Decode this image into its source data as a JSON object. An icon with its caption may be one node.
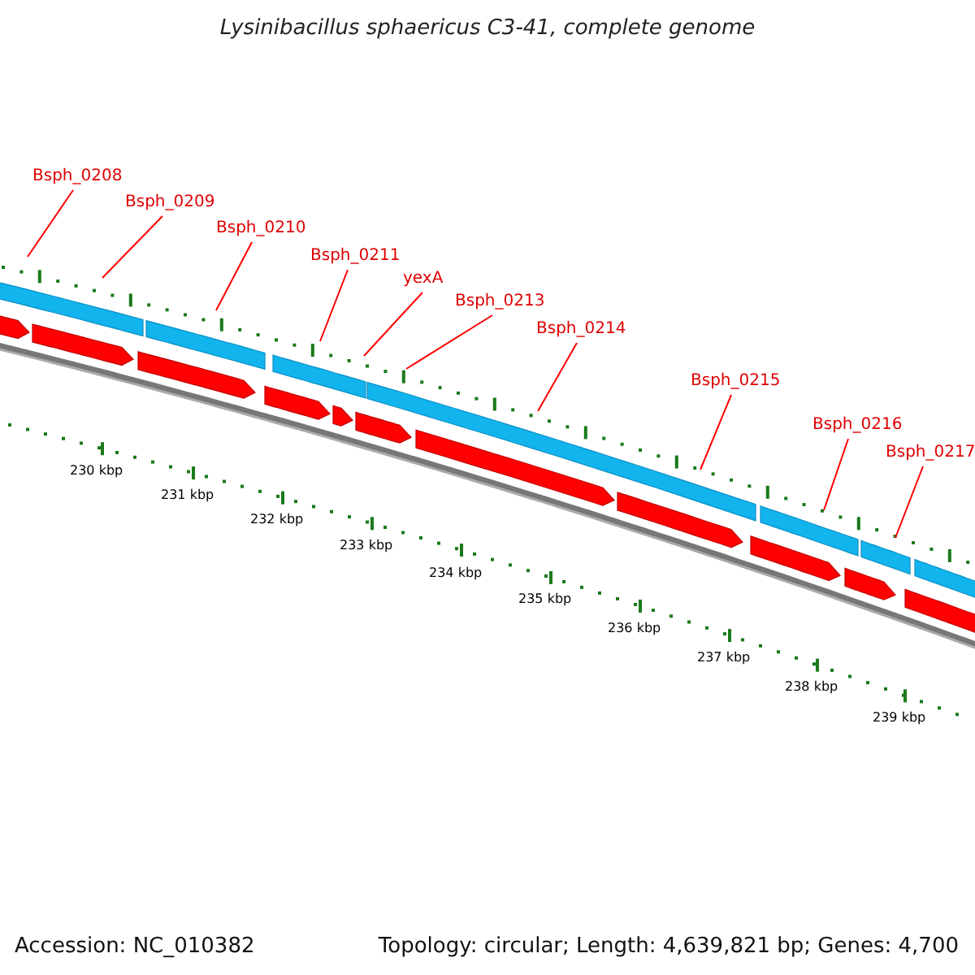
{
  "diagram": {
    "title": "Lysinibacillus sphaericus C3-41, complete genome",
    "nodes": [
      {
        "text": [
          "Bsph_0208"
        ]
      },
      {
        "text": [
          "Bsph_0209"
        ]
      },
      {
        "text": [
          "Bsph_0210"
        ]
      },
      {
        "text": [
          "Bsph_0211"
        ]
      },
      {
        "text": [
          "yexA"
        ]
      },
      {
        "text": [
          "Bsph_0213"
        ]
      },
      {
        "text": [
          "Bsph_0214"
        ]
      },
      {
        "text": [
          "Bsph_0215"
        ]
      },
      {
        "text": [
          "Bsph_0216"
        ]
      },
      {
        "text": [
          "Bsph_0217"
        ]
      }
    ],
    "edges": [
      {
        "from": 0,
        "to": null,
        "arrow": "none"
      },
      {
        "from": 1,
        "to": null,
        "arrow": "none"
      },
      {
        "from": 2,
        "to": null,
        "arrow": "none"
      },
      {
        "from": 3,
        "to": null,
        "arrow": "none"
      },
      {
        "from": 4,
        "to": null,
        "arrow": "none"
      },
      {
        "from": 5,
        "to": null,
        "arrow": "none"
      },
      {
        "from": 6,
        "to": null,
        "arrow": "none"
      },
      {
        "from": 7,
        "to": null,
        "arrow": "none"
      },
      {
        "from": 8,
        "to": null,
        "arrow": "none"
      },
      {
        "from": 9,
        "to": null,
        "arrow": "none"
      }
    ],
    "labels": [
      "230 kbp",
      "231 kbp",
      "232 kbp",
      "233 kbp",
      "234 kbp",
      "235 kbp",
      "236 kbp",
      "237 kbp",
      "238 kbp",
      "239 kbp",
      "Accession: NC_010382",
      "Topology: circular; Length: 4,639,821 bp; Genes: 4,700"
    ]
  }
}
